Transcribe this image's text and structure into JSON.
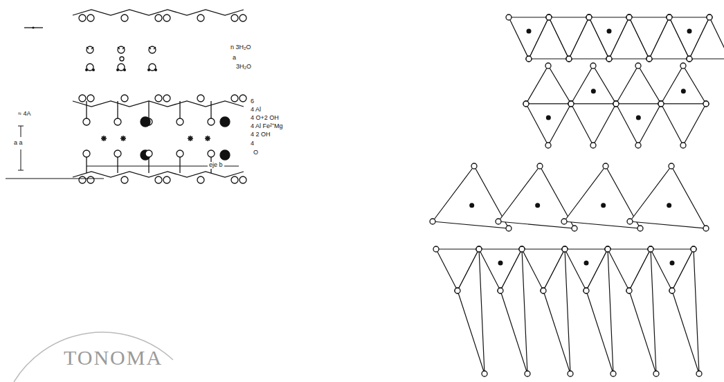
{
  "diagram": {
    "labels": [
      "n 3H₂O",
      "a",
      "3H₂O",
      "≈ 4A",
      "a a",
      "6",
      "4 Al",
      "4 O+2 OH",
      "4 Al Fe²⁺Mg",
      "4 2 OH",
      "4",
      "O",
      "eje b",
      "TONOMA"
    ]
  }
}
